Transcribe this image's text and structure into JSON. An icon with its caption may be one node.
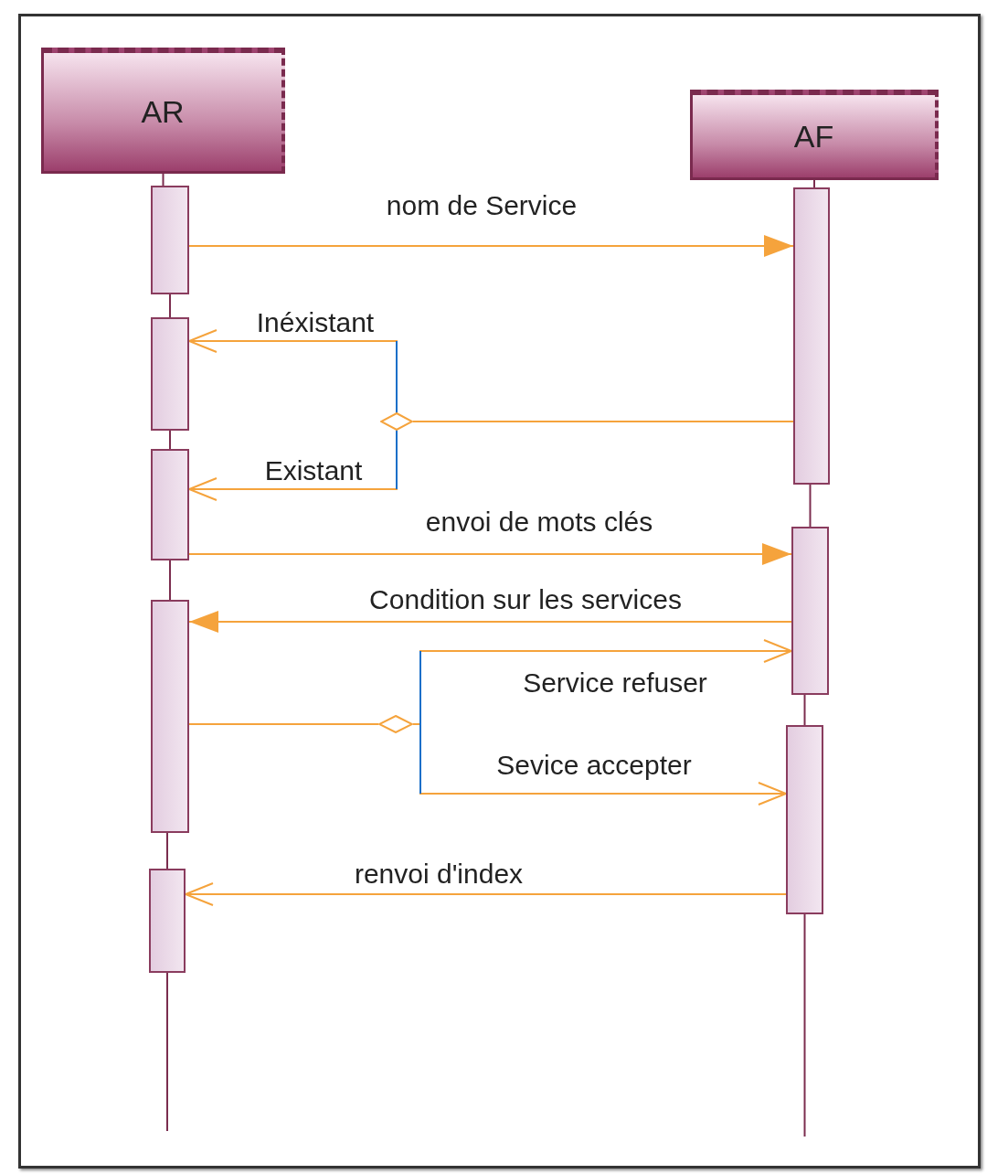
{
  "diagram": {
    "nodes": [
      {
        "text": [
          "AR"
        ]
      },
      {
        "text": [
          "AF"
        ]
      },
      {
        "text": [],
        "shape": "bar"
      },
      {
        "text": [],
        "shape": "bar"
      },
      {
        "text": [],
        "shape": "bar"
      },
      {
        "text": [],
        "shape": "bar"
      },
      {
        "text": [],
        "shape": "bar"
      },
      {
        "text": [],
        "shape": "bar"
      },
      {
        "text": [],
        "shape": "bar"
      },
      {
        "text": [],
        "shape": "bar"
      },
      {
        "text": [],
        "shape": "diamond"
      },
      {
        "text": [],
        "shape": "diamond"
      }
    ],
    "edges": [
      {
        "from": 2,
        "to": 7,
        "arrow": "to",
        "label": "nom de Service",
        "color": "#f5a33c"
      },
      {
        "from": 7,
        "to": 10,
        "arrow": "none",
        "color": "#f5a33c"
      },
      {
        "from": 10,
        "to": 3,
        "arrow": "to",
        "label": "Inéxistant",
        "color": "#f5a33c"
      },
      {
        "from": 10,
        "to": 4,
        "arrow": "to",
        "label": "Existant",
        "color": "#f5a33c"
      },
      {
        "from": 4,
        "to": 8,
        "arrow": "to",
        "label": "envoi de mots clés",
        "color": "#f5a33c"
      },
      {
        "from": 8,
        "to": 5,
        "arrow": "to",
        "label": "Condition sur les services",
        "color": "#f5a33c"
      },
      {
        "from": 5,
        "to": 11,
        "arrow": "none",
        "color": "#f5a33c"
      },
      {
        "from": 11,
        "to": 8,
        "arrow": "to",
        "label": "Service refuser",
        "color": "#f5a33c"
      },
      {
        "from": 11,
        "to": 9,
        "arrow": "to",
        "label": "Sevice accepter",
        "color": "#f5a33c"
      },
      {
        "from": 9,
        "to": 6,
        "arrow": "to",
        "label": "renvoi d'index",
        "color": "#f5a33c"
      },
      {
        "from": 0,
        "to": 2,
        "arrow": "none",
        "color": "#7b2d4e"
      },
      {
        "from": 2,
        "to": 3,
        "arrow": "none",
        "color": "#7b2d4e"
      },
      {
        "from": 3,
        "to": 4,
        "arrow": "none",
        "color": "#7b2d4e"
      },
      {
        "from": 4,
        "to": 5,
        "arrow": "none",
        "color": "#7b2d4e"
      },
      {
        "from": 5,
        "to": 6,
        "arrow": "none",
        "color": "#7b2d4e"
      },
      {
        "from": 6,
        "to": null,
        "arrow": "none",
        "color": "#7b2d4e"
      },
      {
        "from": 1,
        "to": 7,
        "arrow": "none",
        "color": "#7b2d4e"
      },
      {
        "from": 7,
        "to": 8,
        "arrow": "none",
        "color": "#7b2d4e"
      },
      {
        "from": 8,
        "to": 9,
        "arrow": "none",
        "color": "#7b2d4e"
      },
      {
        "from": 9,
        "to": null,
        "arrow": "none",
        "color": "#7b2d4e"
      }
    ]
  }
}
